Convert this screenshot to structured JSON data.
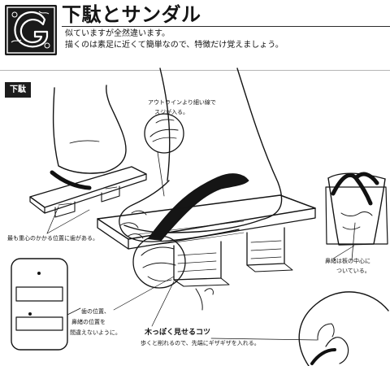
{
  "header": {
    "title": "下駄とサンダル",
    "subtitle_line1": "似ていますが全然違います。",
    "subtitle_line2": "描くのは素足に近くて簡単なので、特徴だけ覚えましょう。"
  },
  "section": {
    "label": "下駄"
  },
  "annotations": {
    "outline_line1": "アウトラインより細い線で",
    "outline_line2": "スジが入る。",
    "center_weight": "最も重心のかかる位置に歯がある。",
    "bridge_line1": "鼻緒は板の中心に",
    "bridge_line2": "ついている。",
    "tooth_line1": "歯の位置、",
    "tooth_line2": "鼻緒の位置を",
    "tooth_line3": "間違えないように。",
    "wood_heading": "木っぽく見せるコツ",
    "wood_body": "歩くと削れるので、先端にギザギザを入れる。"
  },
  "colors": {
    "ink": "#141414",
    "label_bg": "#1d1d1d",
    "label_text": "#ffffff",
    "paper": "#ffffff"
  },
  "icons": {
    "logo": "ornamental-letter-g-icon"
  }
}
